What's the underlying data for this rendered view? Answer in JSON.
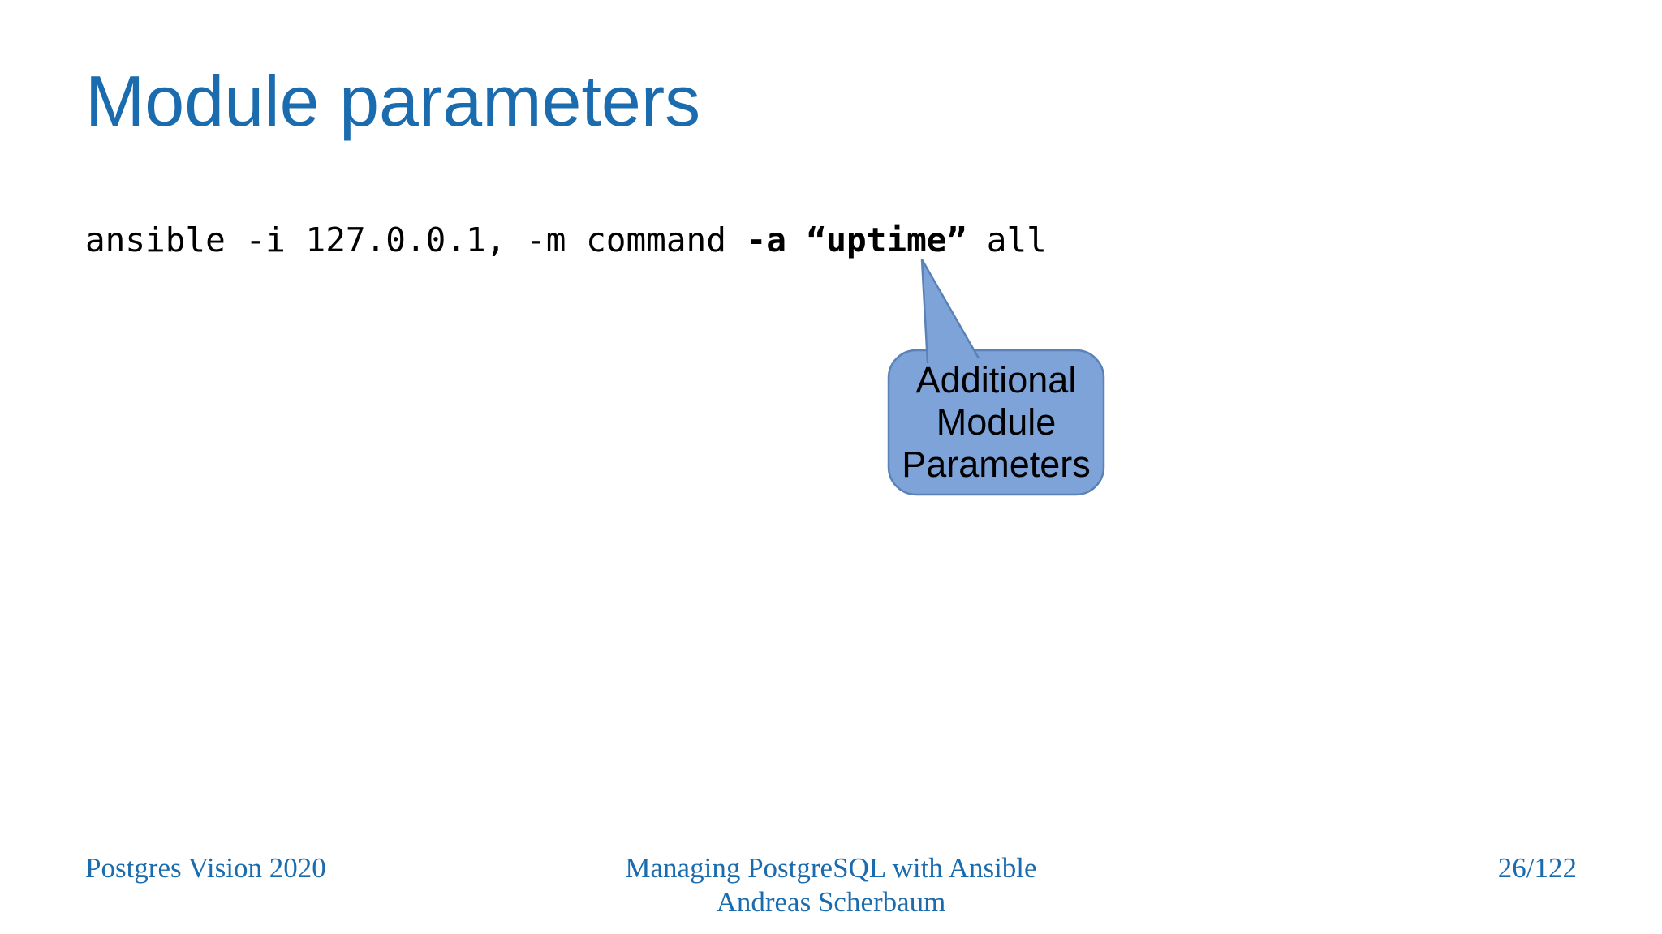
{
  "slide": {
    "title": "Module parameters",
    "command": {
      "prefix": "ansible -i 127.0.0.1, -m command ",
      "flag": "-a",
      "separator": " ",
      "open_quote": "“",
      "argument": "uptime",
      "close_quote": "”",
      "suffix": " all"
    },
    "callout": {
      "lines": [
        "Additional",
        "Module",
        "Parameters"
      ]
    },
    "footer": {
      "left": "Postgres Vision 2020",
      "center_line1": "Managing PostgreSQL with Ansible",
      "center_line2": "Andreas Scherbaum",
      "right": "26/122"
    },
    "colors": {
      "title_blue": "#1a6caf",
      "footer_blue": "#1a6caf",
      "callout_fill": "#7da3d8",
      "callout_border": "#5b82b6",
      "command_text": "#000000"
    }
  }
}
